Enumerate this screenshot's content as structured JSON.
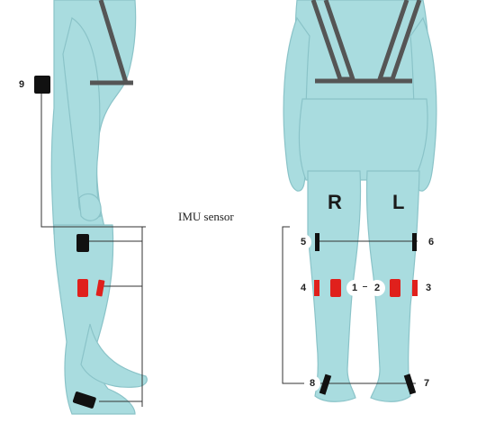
{
  "caption": "IMU sensor",
  "legs": {
    "right": "R",
    "left": "L"
  },
  "sensors": [
    {
      "id": "9",
      "label": "9",
      "color": "#111111"
    },
    {
      "id": "5",
      "label": "5",
      "color": "#111111"
    },
    {
      "id": "6",
      "label": "6",
      "color": "#111111"
    },
    {
      "id": "4",
      "label": "4",
      "color": "#e0201c"
    },
    {
      "id": "1",
      "label": "1",
      "color": "#e0201c"
    },
    {
      "id": "2",
      "label": "2",
      "color": "#e0201c"
    },
    {
      "id": "3",
      "label": "3",
      "color": "#e0201c"
    },
    {
      "id": "8",
      "label": "8",
      "color": "#111111"
    },
    {
      "id": "7",
      "label": "7",
      "color": "#111111"
    }
  ],
  "colors": {
    "skin": "#a9dcdf",
    "outline": "#8ac3c8",
    "strap": "#555555",
    "line": "#333333"
  }
}
